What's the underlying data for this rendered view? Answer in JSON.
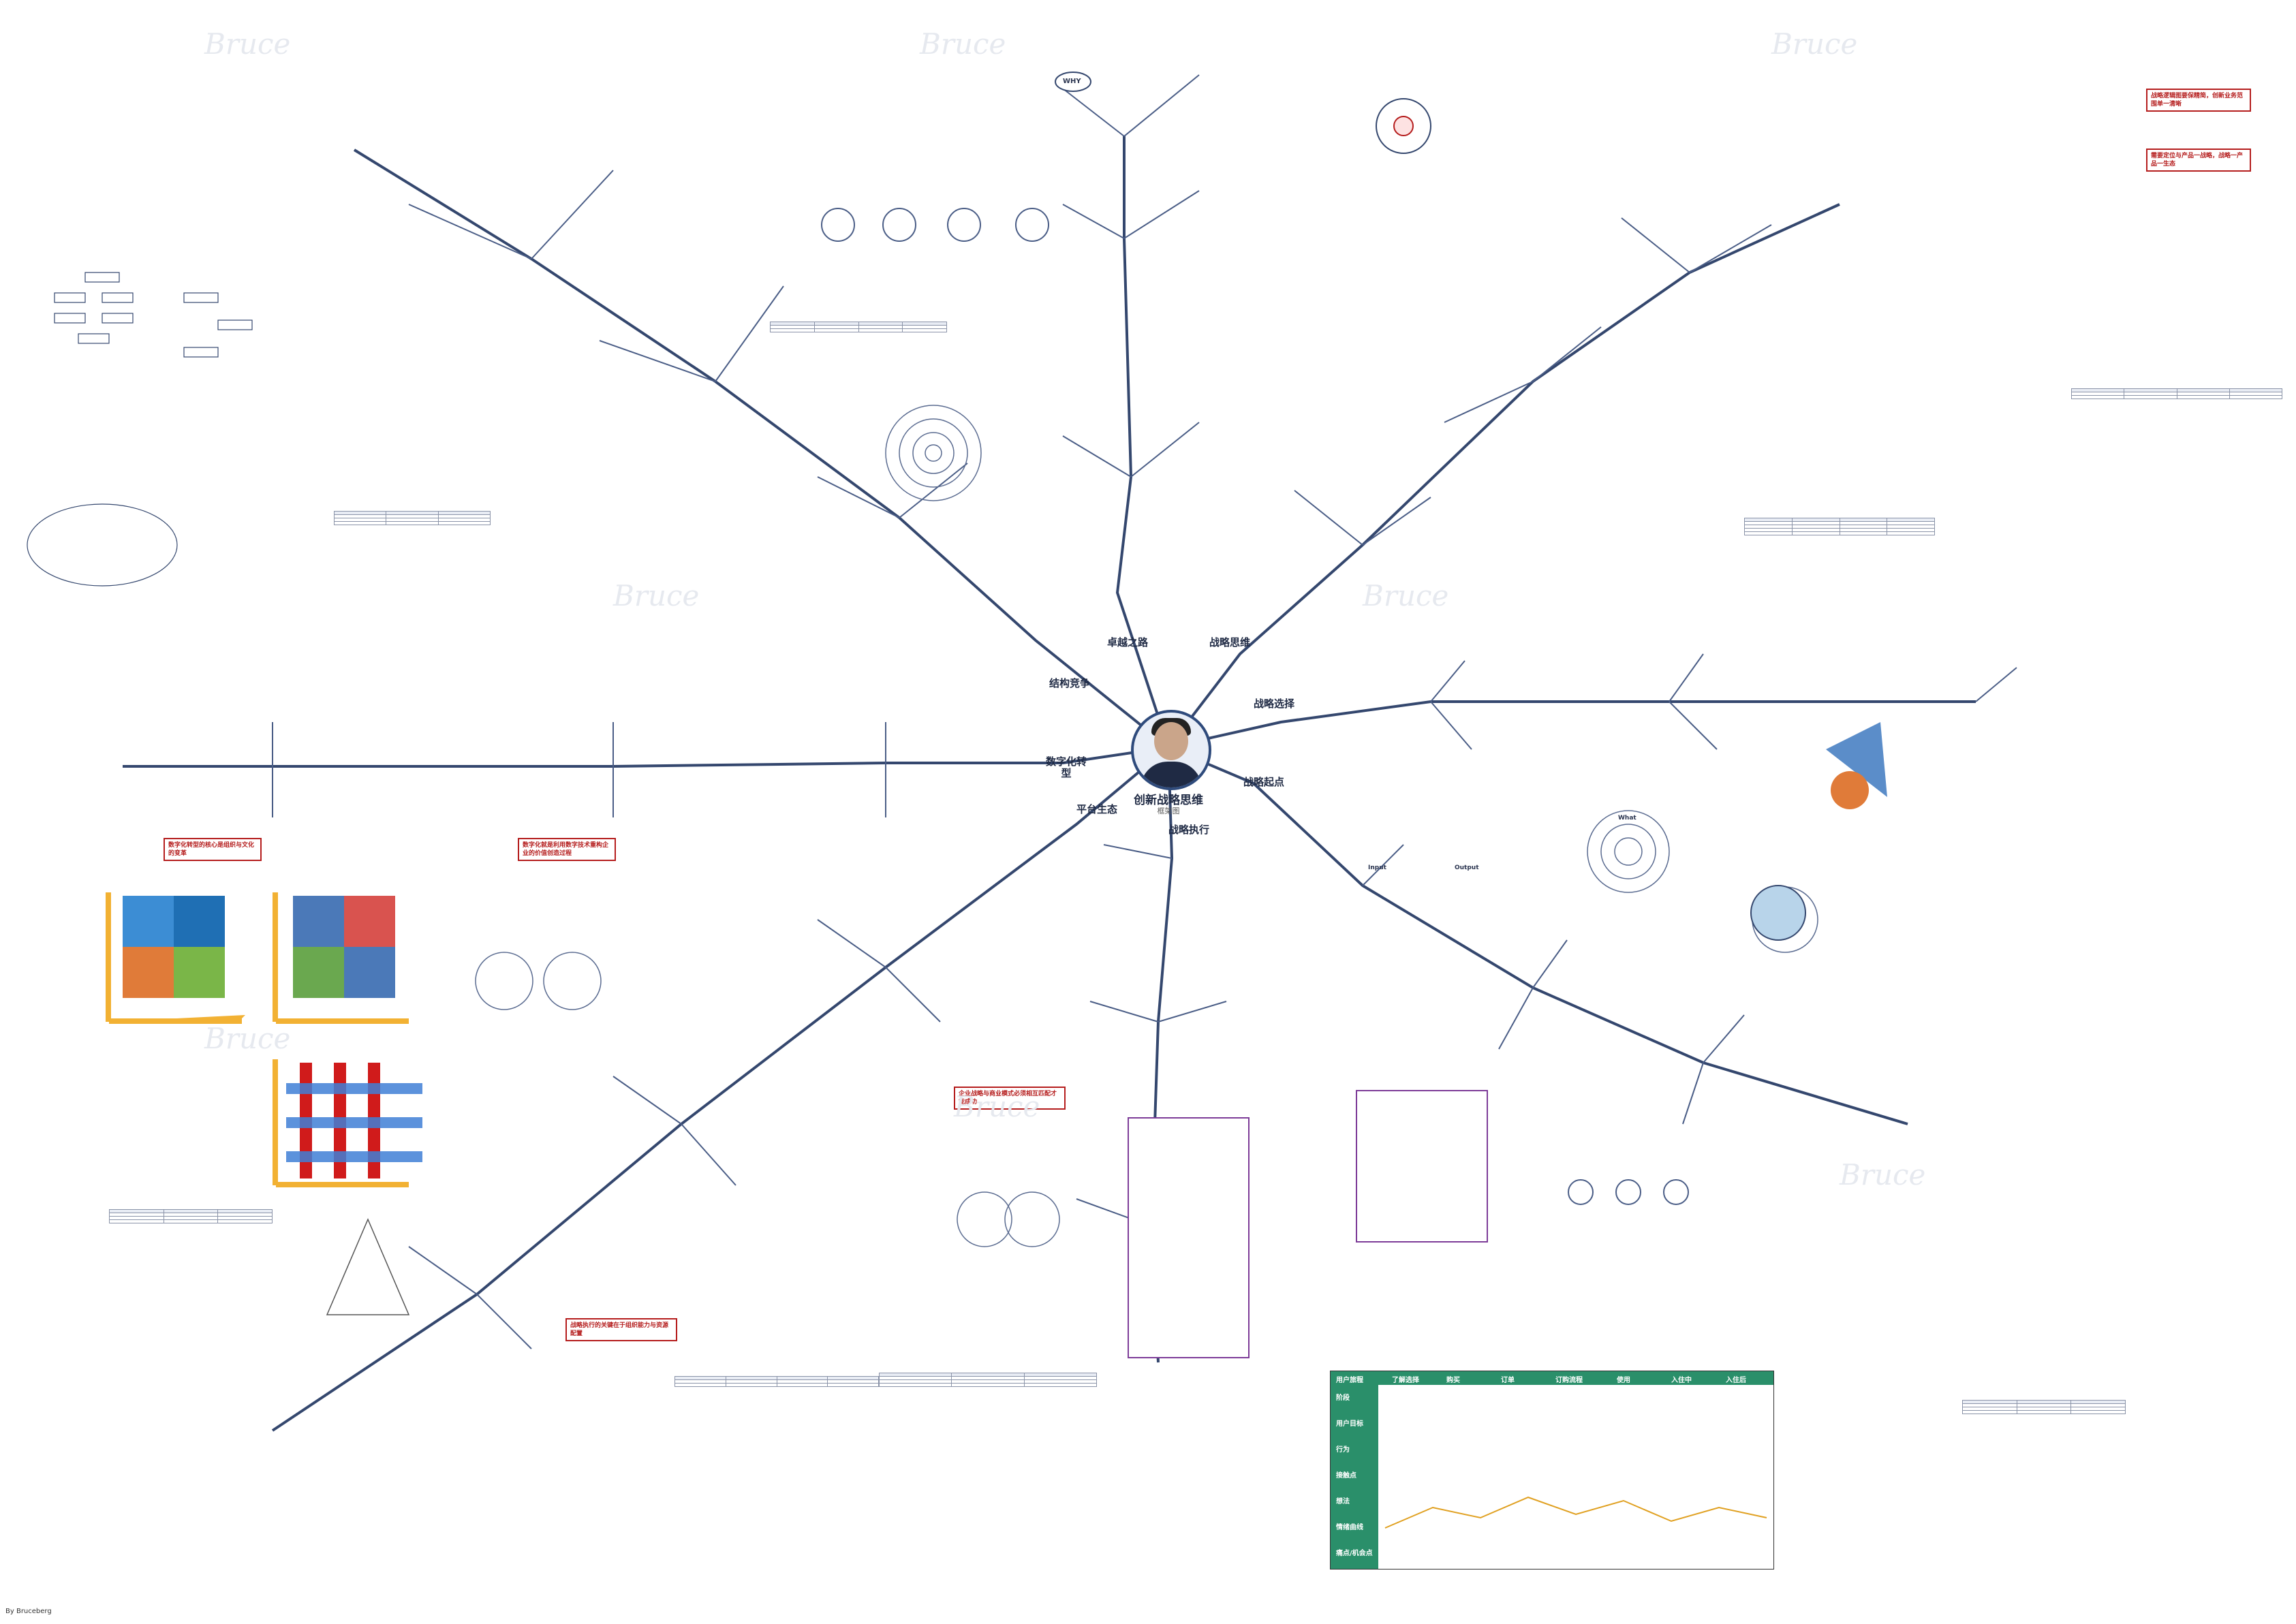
{
  "center": {
    "title": "创新战略思维",
    "subtitle": "框架图"
  },
  "branches": {
    "b1": "结构竞争",
    "b2": "卓越之路",
    "b3": "战略思维",
    "b4": "战略选择",
    "b5": "战略起点",
    "b6": "战略执行",
    "b7": "平台生态",
    "b8": "数字化转型"
  },
  "top_right": {
    "red_note_1": "战略逻辑图要保精简，创新业务范围单一清晰",
    "red_note_2": "需要定位与产品一战略，战略一产品一生态"
  },
  "center_left": {
    "red_note_1": "数字化转型的核心是组织与文化的变革",
    "red_note_2": "数字化就是利用数字技术重构企业的价值创造过程"
  },
  "bottom": {
    "red_note_1": "战略执行的关键在于组织能力与资源配置",
    "red_note_2": "企业战略与商业模式必须相互匹配才能成功"
  },
  "journey_map": {
    "title": "用户旅程",
    "stages": [
      "了解选择",
      "购买",
      "订单",
      "订购流程",
      "使用",
      "入住中",
      "入住后"
    ],
    "rows": [
      "阶段",
      "用户目标",
      "行为",
      "接触点",
      "想法",
      "情绪曲线",
      "痛点/机会点"
    ]
  },
  "labels": {
    "why": "WHY",
    "what": "What",
    "input": "Input",
    "output": "Output"
  },
  "credit": "By Bruceberg"
}
